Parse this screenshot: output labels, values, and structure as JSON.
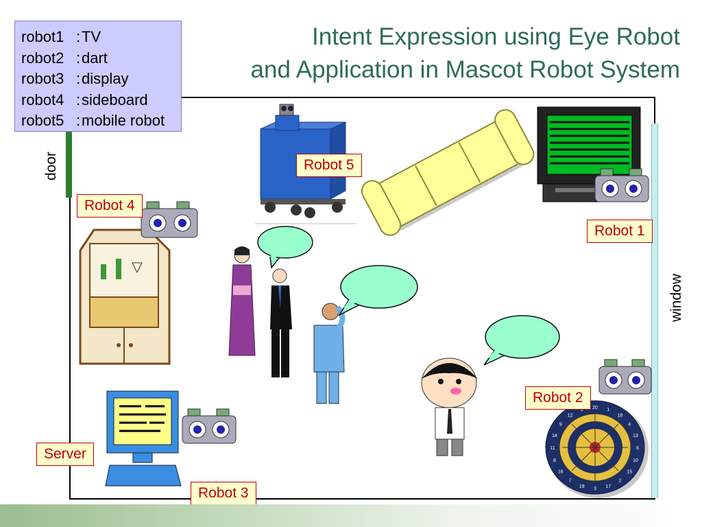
{
  "title": {
    "line1": "Intent Expression using Eye Robot",
    "line2": "and Application in Mascot Robot System"
  },
  "legend": [
    {
      "robot": "robot1",
      "sep": ":",
      "item": "TV"
    },
    {
      "robot": "robot2",
      "sep": ":",
      "item": "dart"
    },
    {
      "robot": "robot3",
      "sep": ":",
      "item": "display"
    },
    {
      "robot": "robot4",
      "sep": ":",
      "item": "sideboard"
    },
    {
      "robot": "robot5",
      "sep": ":",
      "item": "mobile robot"
    }
  ],
  "room": {
    "door_label": "door",
    "window_label": "window"
  },
  "tags": {
    "robot1": "Robot 1",
    "robot2": "Robot 2",
    "robot3": "Robot 3",
    "robot4": "Robot 4",
    "robot5": "Robot 5",
    "server": "Server"
  },
  "dartboard_numbers": [
    "20",
    "1",
    "18",
    "4",
    "13",
    "6",
    "10",
    "15",
    "2",
    "17",
    "3",
    "19",
    "7",
    "16",
    "8",
    "11",
    "14",
    "9",
    "12",
    "5"
  ],
  "colors": {
    "title": "#2e6b5a",
    "legend_bg": "#ccccff",
    "tag_border": "#c00000",
    "tag_bg": "#ffffcc",
    "bubble": "#99ffcc",
    "door": "#2f7d2f",
    "window": "#c8eef0"
  }
}
